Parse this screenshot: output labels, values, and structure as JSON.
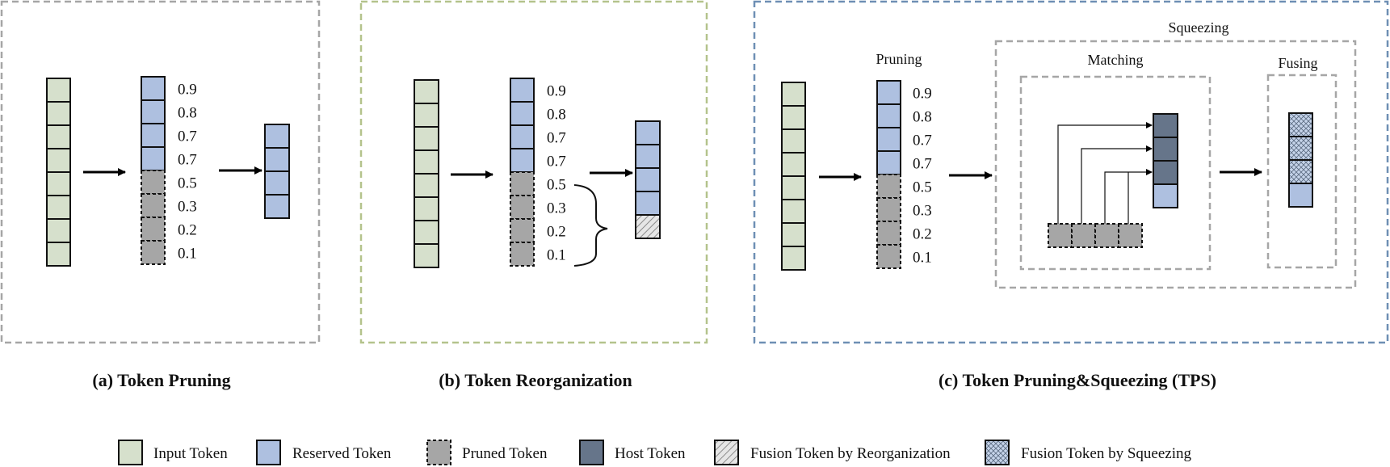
{
  "colors": {
    "input": "#d6e0cc",
    "reserved": "#aec0e0",
    "pruned": "#a6a6a6",
    "host": "#66758a",
    "fusion_reorg": "#e6e6e6",
    "fusion_squeeze": "#c6d4ea",
    "box_a": "#a6a6a6",
    "box_b": "#b4c38c",
    "box_c": "#6e8fb4",
    "box_inner": "#a6a6a6"
  },
  "scores": [
    "0.9",
    "0.8",
    "0.7",
    "0.7",
    "0.5",
    "0.3",
    "0.2",
    "0.1"
  ],
  "panels": [
    {
      "caption": "(a) Token Pruning"
    },
    {
      "caption": "(b) Token Reorganization"
    },
    {
      "caption": "(c) Token Pruning&Squeezing (TPS)",
      "labels": {
        "pruning": "Pruning",
        "squeezing": "Squeezing",
        "matching": "Matching",
        "fusing": "Fusing"
      }
    }
  ],
  "legend": [
    {
      "label": "Input Token",
      "type": "input"
    },
    {
      "label": "Reserved Token",
      "type": "reserved"
    },
    {
      "label": "Pruned  Token",
      "type": "pruned"
    },
    {
      "label": "Host Token",
      "type": "host"
    },
    {
      "label": "Fusion Token by Reorganization",
      "type": "fusion_reorg"
    },
    {
      "label": "Fusion Token by Squeezing",
      "type": "fusion_squeeze"
    }
  ]
}
